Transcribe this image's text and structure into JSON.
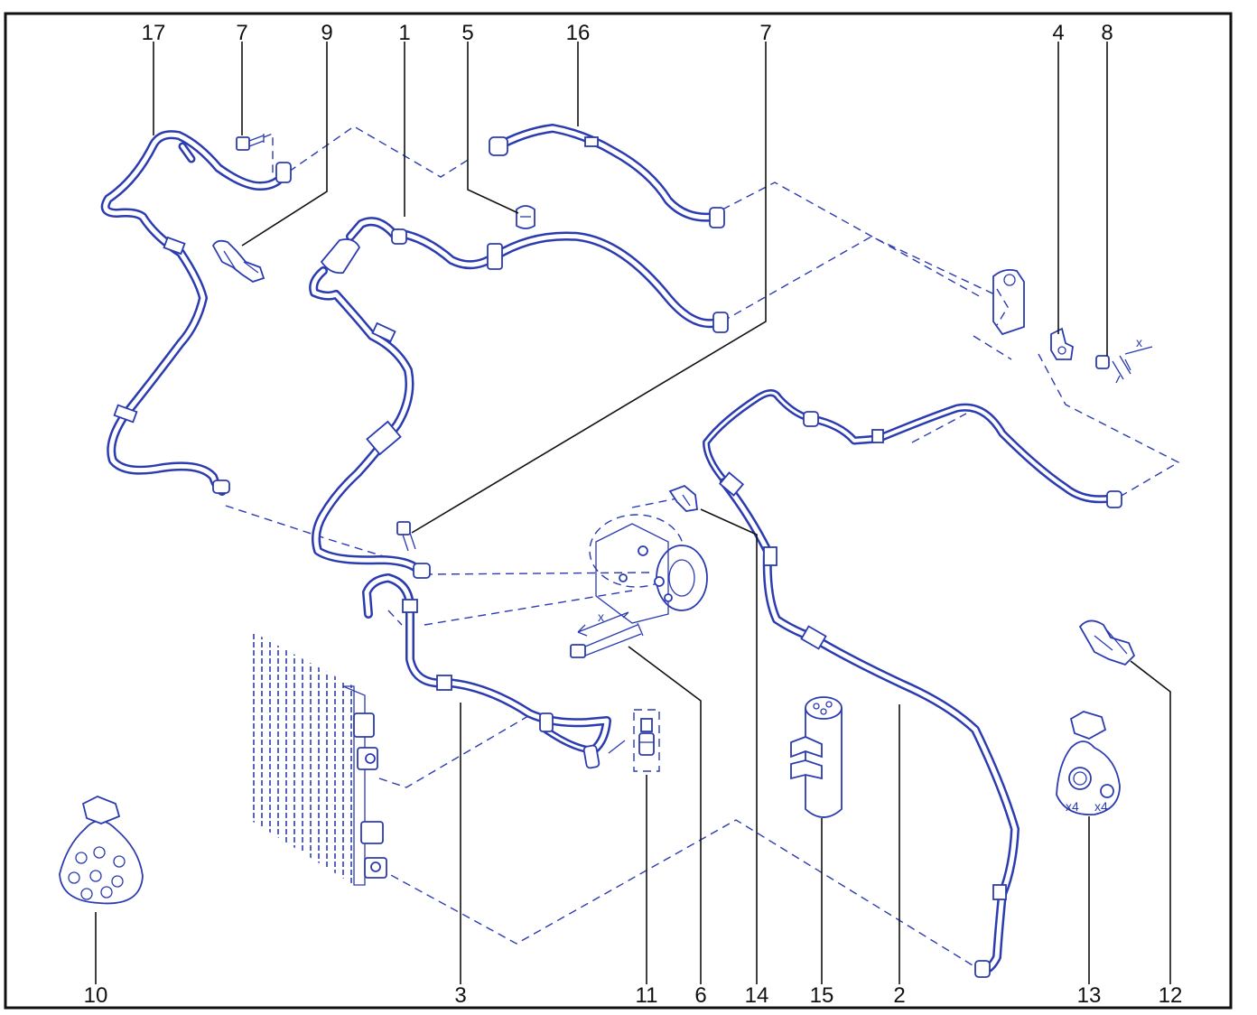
{
  "diagram": {
    "line_color": "#2b3bb0",
    "frame_color": "#111111",
    "callouts": {
      "c17": "17",
      "c7a": "7",
      "c9": "9",
      "c1": "1",
      "c5": "5",
      "c16": "16",
      "c7b": "7",
      "c4": "4",
      "c8": "8",
      "c10": "10",
      "c3": "3",
      "c11": "11",
      "c6": "6",
      "c14": "14",
      "c15": "15",
      "c2": "2",
      "c13": "13",
      "c12": "12"
    },
    "marks": {
      "x_top": "x",
      "x_bolt": "x",
      "x4_left": "x4",
      "x4_right": "x4"
    }
  }
}
